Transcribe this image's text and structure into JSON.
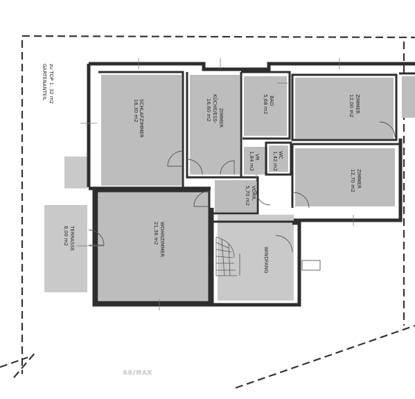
{
  "plan": {
    "outside_label": [
      "GARTENANTEIL",
      "zu TOP 1: 32 m2"
    ],
    "watermark": "RE/MAX",
    "rooms": {
      "schlafzimmer": {
        "name": "SCHLAFZIMMER",
        "area": "16,30 m2"
      },
      "kueche": {
        "name": "KÜCHE/ESS-",
        "name2": "ZIMMER",
        "area": "16,60 m2"
      },
      "bad": {
        "name": "BAD",
        "area": "5,68 m2"
      },
      "zimmer1": {
        "name": "ZIMMER",
        "area": "12,00 m2"
      },
      "wc": {
        "name": "WC",
        "area": "1,42 m2"
      },
      "vr": {
        "name": "VR",
        "area": "1,84 m2"
      },
      "zimmer2": {
        "name": "ZIMMER",
        "area": "12,70 m2"
      },
      "vorr": {
        "name": "VORR.",
        "area": "5,70 m2"
      },
      "wohnzimmer": {
        "name": "WOHNZIMMER",
        "area": "21,36 m2"
      },
      "terrasse": {
        "name": "TERRASSE",
        "area": "8,00 m2"
      },
      "windfang": {
        "name": "WINDFANG",
        "area": ""
      }
    }
  }
}
